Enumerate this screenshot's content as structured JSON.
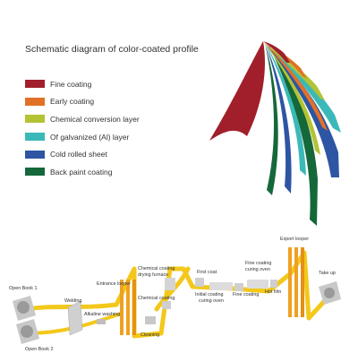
{
  "title": "Schematic diagram of color-coated profile",
  "legend": [
    {
      "label": "Fine coating",
      "color": "#a11f2b"
    },
    {
      "label": "Early coating",
      "color": "#e27128"
    },
    {
      "label": "Chemical conversion layer",
      "color": "#b3c334"
    },
    {
      "label": "Of galvanized (Al) layer",
      "color": "#3ab9b8"
    },
    {
      "label": "Cold rolled sheet",
      "color": "#2d55a3"
    },
    {
      "label": "Back paint coating",
      "color": "#15683a"
    }
  ],
  "process": {
    "open_book_1": "Open Book 1",
    "open_book_2": "Open Book 2",
    "welding": "Welding",
    "alkaline_washing": "Alkaline washing",
    "entrance_looper": "Entrance looper",
    "cleaning": "Cleaning",
    "chemical_coating": "Chemical coating",
    "chem_drying_1": "Chemical coating",
    "chem_drying_2": "drying furnace",
    "first_coat": "First coat",
    "initial_oven_1": "Initial coating",
    "initial_oven_2": "curing oven",
    "fine_coating": "Fine coating",
    "fine_oven_1": "Fine coating",
    "fine_oven_2": "curing oven",
    "hot_film": "Hot film",
    "export_looper": "Export looper",
    "take_up": "Take up",
    "strip_color": "#f3c81a",
    "looper_color": "#f0a020"
  }
}
